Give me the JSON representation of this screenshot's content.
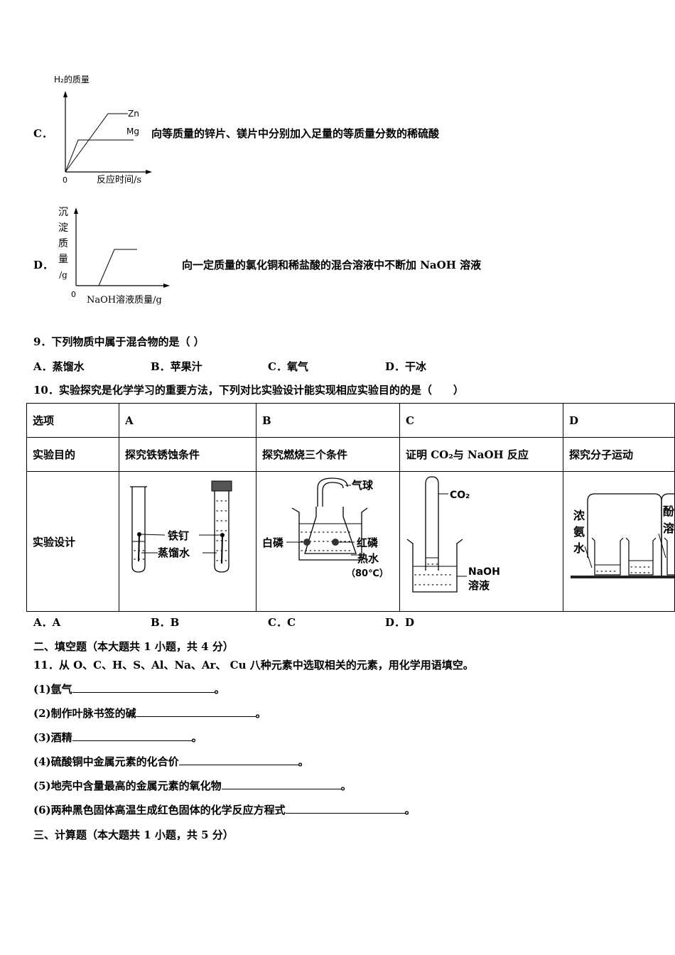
{
  "q8": {
    "c": {
      "label": "C．",
      "text": "向等质量的锌片、镁片中分别加入足量的等质量分数的稀硫酸",
      "graph": {
        "y_axis": "H₂的质量",
        "x_axis": "反应时间/s",
        "origin": "0",
        "line1": "Zn",
        "line2": "Mg"
      }
    },
    "d": {
      "label": "D．",
      "text": "向一定质量的氯化铜和稀盐酸的混合溶液中不断加 NaOH 溶液",
      "graph": {
        "y_axis": [
          "沉",
          "淀",
          "质",
          "量",
          "/g"
        ],
        "x_axis": "NaOH溶液质量/g",
        "origin": "0"
      }
    }
  },
  "q9": {
    "stem": "9．下列物质中属于混合物的是（ ）",
    "options": [
      "A．蒸馏水",
      "B．苹果汁",
      "C．氧气",
      "D．干冰"
    ]
  },
  "q10": {
    "stem": "10．实验探究是化学学习的重要方法，下列对比实验设计能实现相应实验目的的是（　　）",
    "table": {
      "header": [
        "选项",
        "A",
        "B",
        "C",
        "D"
      ],
      "purpose_label": "实验目的",
      "purposes": [
        "探究铁锈蚀条件",
        "探究燃烧三个条件",
        "证明 CO₂与 NaOH 反应",
        "探究分子运动"
      ],
      "design_label": "实验设计",
      "diagram_a": {
        "nail": "铁钉",
        "water": "蒸馏水"
      },
      "diagram_b": {
        "balloon": "气球",
        "white_p": "白磷",
        "red_p": "红磷",
        "hot_water": "热水",
        "temp": "（80℃）"
      },
      "diagram_c": {
        "gas": "CO₂",
        "sol1": "NaOH",
        "sol2": "溶液"
      },
      "diagram_d": {
        "left": [
          "浓",
          "氨",
          "水"
        ],
        "right": [
          "酚",
          "溶"
        ]
      }
    },
    "options": [
      "A．A",
      "B．B",
      "C．C",
      "D．D"
    ]
  },
  "section2": {
    "heading": "二、填空题（本大题共 1 小题，共 4 分）",
    "q11": "11．从 O、C、H、S、Al、Na、Ar、 Cu 八种元素中选取相关的元素，用化学用语填空。",
    "items": [
      {
        "text": "(1)氩气",
        "end": "。"
      },
      {
        "text": "(2)制作叶脉书签的碱",
        "end": "。"
      },
      {
        "text": "(3)酒精",
        "end": "。"
      },
      {
        "text": "(4)硫酸铜中金属元素的化合价",
        "end": "。"
      },
      {
        "text": "(5)地壳中含量最高的金属元素的氧化物",
        "end": "。"
      },
      {
        "text": "(6)两种黑色固体高温生成红色固体的化学反应方程式",
        "end": "。"
      }
    ]
  },
  "section3": {
    "heading": "三、计算题（本大题共 1 小题，共 5 分）"
  }
}
